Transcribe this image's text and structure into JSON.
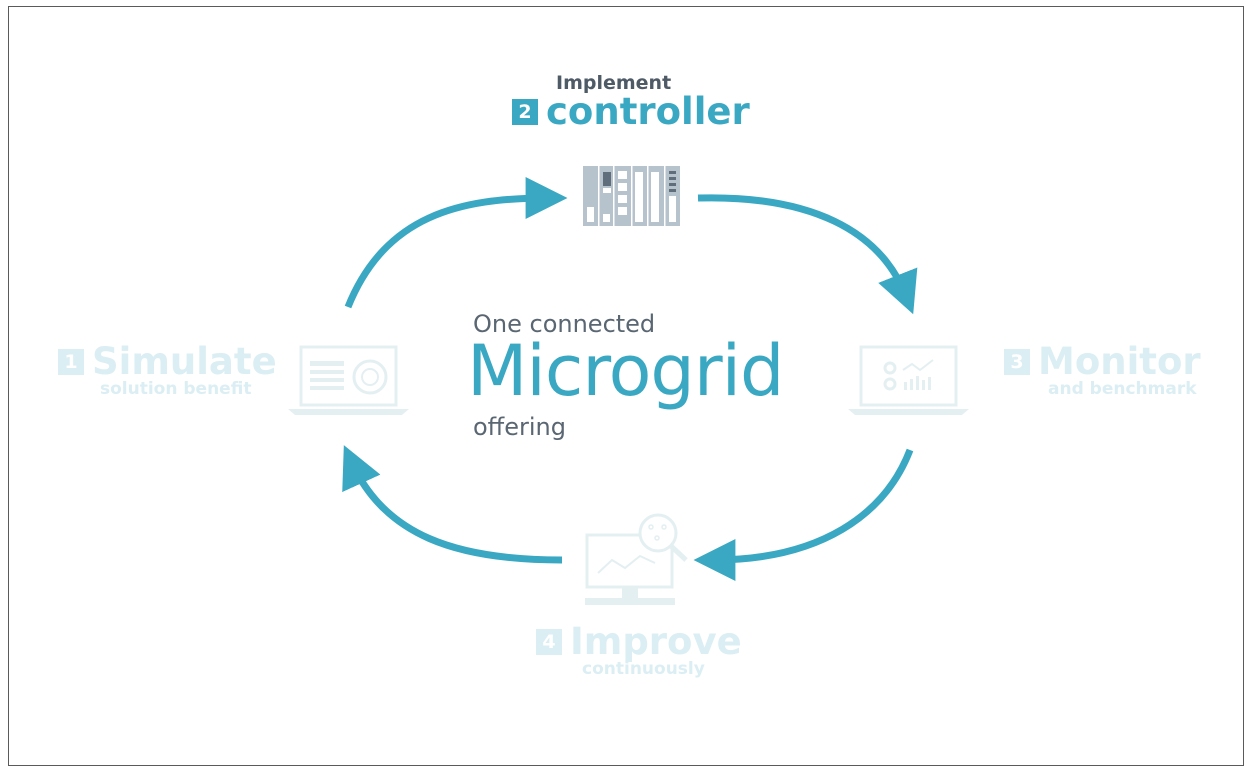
{
  "colors": {
    "accent": "#3aa8c2",
    "faded": "#dbeef3",
    "text": "#5a6672",
    "device": "#b7c3cc"
  },
  "center": {
    "top": "One connected",
    "main": "Microgrid",
    "bottom": "offering"
  },
  "steps": [
    {
      "number": "1",
      "title": "Simulate",
      "subtitle": "solution benefit",
      "state": "faded",
      "icon": "laptop-simulation-icon"
    },
    {
      "number": "2",
      "kicker": "Implement",
      "title": "controller",
      "state": "active",
      "icon": "controller-rack-icon"
    },
    {
      "number": "3",
      "title": "Monitor",
      "subtitle": "and benchmark",
      "state": "faded",
      "icon": "laptop-dashboard-icon"
    },
    {
      "number": "4",
      "title": "Improve",
      "subtitle": "continuously",
      "state": "faded",
      "icon": "monitor-analysis-icon"
    }
  ]
}
